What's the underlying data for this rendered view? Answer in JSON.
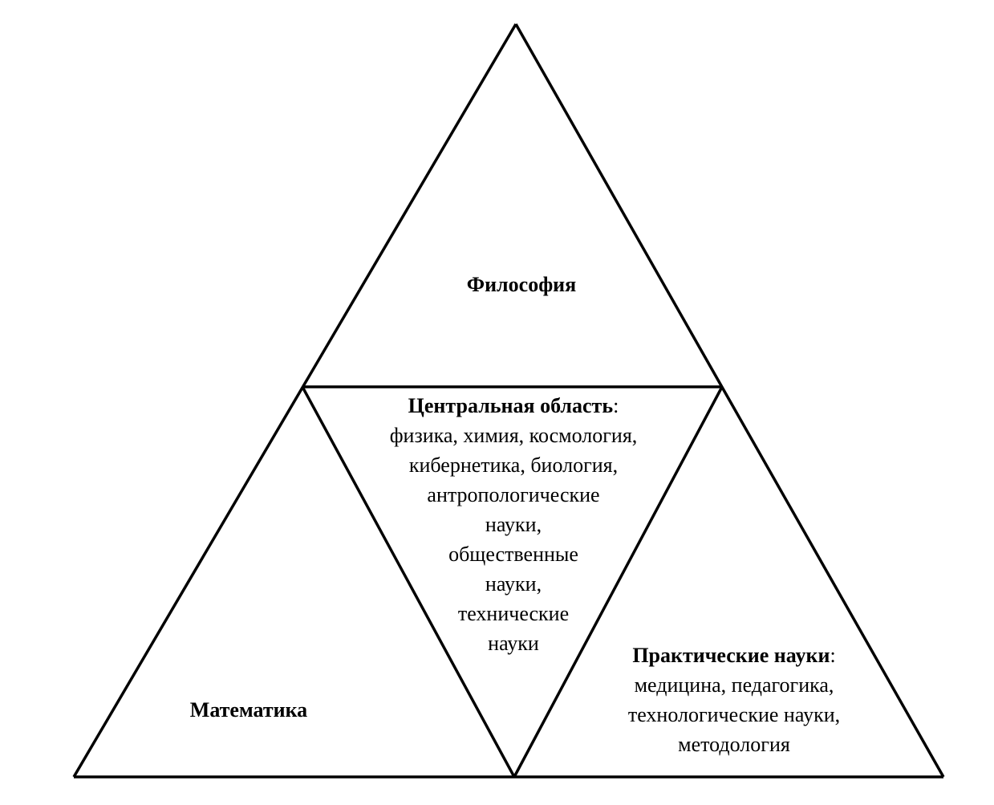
{
  "diagram": {
    "regions": {
      "philosophy": {
        "title": "Философия"
      },
      "mathematics": {
        "title": "Математика"
      },
      "central": {
        "title": "Центральная область",
        "colon": ":",
        "lines": [
          "физика, химия, космология,",
          "кибернетика, биология,",
          "антропологические",
          "науки,",
          "общественные",
          "науки,",
          "технические",
          "науки"
        ]
      },
      "practical": {
        "title": "Практические науки",
        "colon": ":",
        "lines": [
          "медицина, педагогика,",
          "технологические науки,",
          "методология"
        ]
      }
    }
  }
}
